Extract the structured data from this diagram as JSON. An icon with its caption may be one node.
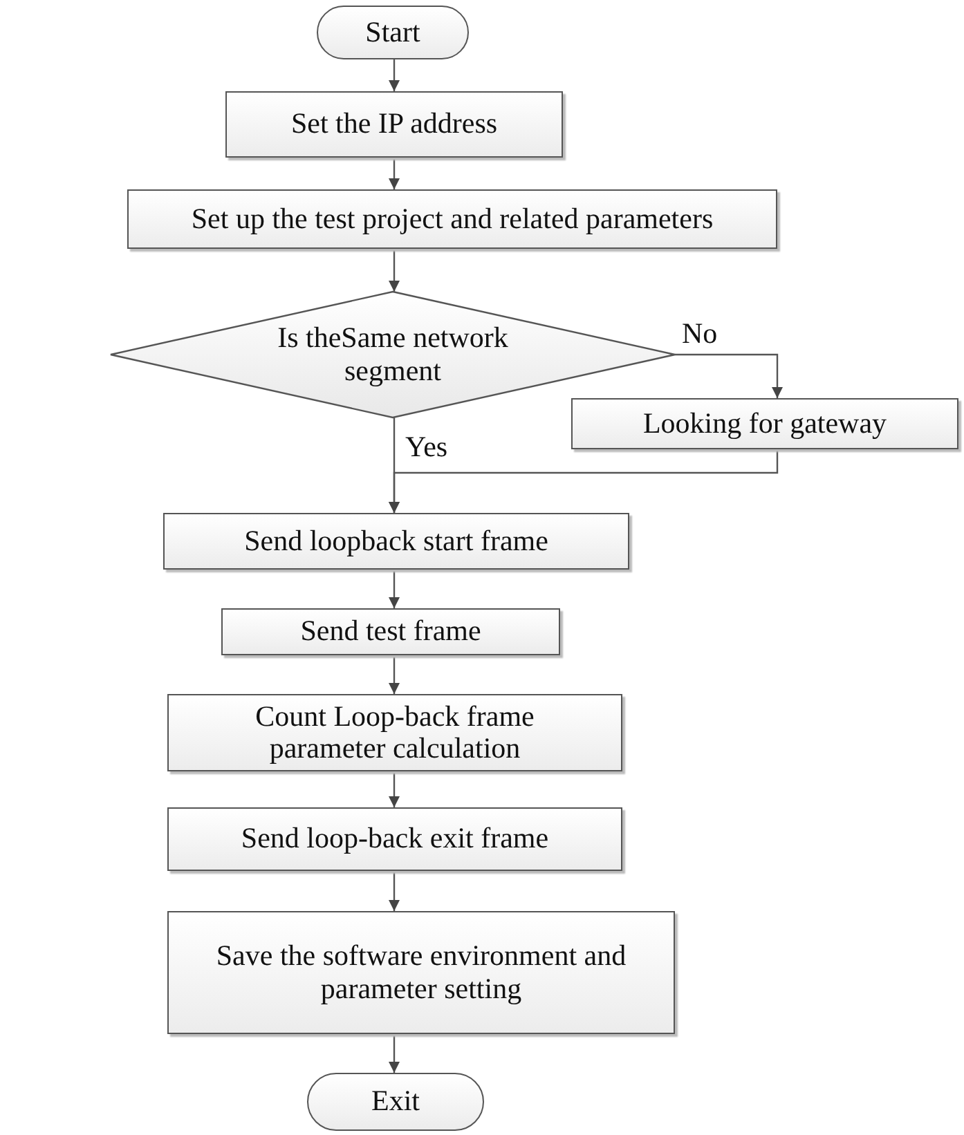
{
  "diagram": {
    "nodes": [
      {
        "text": [
          "Start"
        ]
      },
      {
        "text": [
          "Set the IP address"
        ]
      },
      {
        "text": [
          "Set up the test project and related parameters"
        ]
      },
      {
        "text": [
          "Is theSame network segment"
        ]
      },
      {
        "text": [
          "Looking for gateway"
        ]
      },
      {
        "text": [
          "Send loopback start frame"
        ]
      },
      {
        "text": [
          "Send test frame"
        ]
      },
      {
        "text": [
          "Count Loop-back frame parameter calculation"
        ]
      },
      {
        "text": [
          "Send loop-back exit frame"
        ]
      },
      {
        "text": [
          "Save the software environment and parameter setting"
        ]
      },
      {
        "text": [
          "Exit"
        ]
      }
    ],
    "edges": [
      {
        "from": 0,
        "to": 1,
        "arrow": "to"
      },
      {
        "from": 1,
        "to": 2,
        "arrow": "to"
      },
      {
        "from": 2,
        "to": 3,
        "arrow": "to"
      },
      {
        "from": 3,
        "to": 4,
        "label": "No",
        "arrow": "to"
      },
      {
        "from": 3,
        "to": 5,
        "label": "Yes",
        "arrow": "to"
      },
      {
        "from": 4,
        "to": 5,
        "arrow": "to"
      },
      {
        "from": 5,
        "to": 6,
        "arrow": "to"
      },
      {
        "from": 6,
        "to": 7,
        "arrow": "to"
      },
      {
        "from": 7,
        "to": 8,
        "arrow": "to"
      },
      {
        "from": 8,
        "to": 9,
        "arrow": "to"
      },
      {
        "from": 9,
        "to": 10,
        "arrow": "to"
      }
    ]
  }
}
